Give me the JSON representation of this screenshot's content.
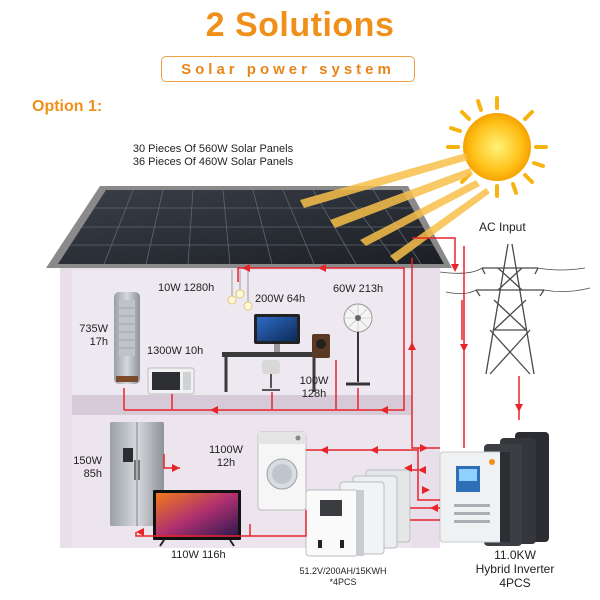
{
  "header": {
    "title": "2 Solutions",
    "subtitle": "Solar power system",
    "option": "Option 1:"
  },
  "panels": {
    "line1": "30 Pieces Of 560W Solar Panels",
    "line2": "36 Pieces Of 460W Solar Panels"
  },
  "grid": {
    "label": "AC Input"
  },
  "loads": {
    "light": "10W 1280h",
    "computer": "200W 64h",
    "fan": "60W 213h",
    "ac_watt": "735W",
    "ac_hours": "17h",
    "microwave": "1300W 10h",
    "speaker_watt": "100W",
    "speaker_hours": "128h",
    "washer_watt": "1100W",
    "washer_hours": "12h",
    "fridge_watt": "150W",
    "fridge_hours": "85h",
    "tv": "110W 116h"
  },
  "battery": {
    "spec": "51.2V/200AH/15KWH",
    "qty": "*4PCS"
  },
  "inverter": {
    "power": "11.0KW",
    "type": "Hybrid Inverter",
    "qty": "4PCS"
  },
  "colors": {
    "accent": "#f0901a",
    "wire": "#e8232a",
    "house": "#e6dde8",
    "roof": "#7a7a7a"
  }
}
